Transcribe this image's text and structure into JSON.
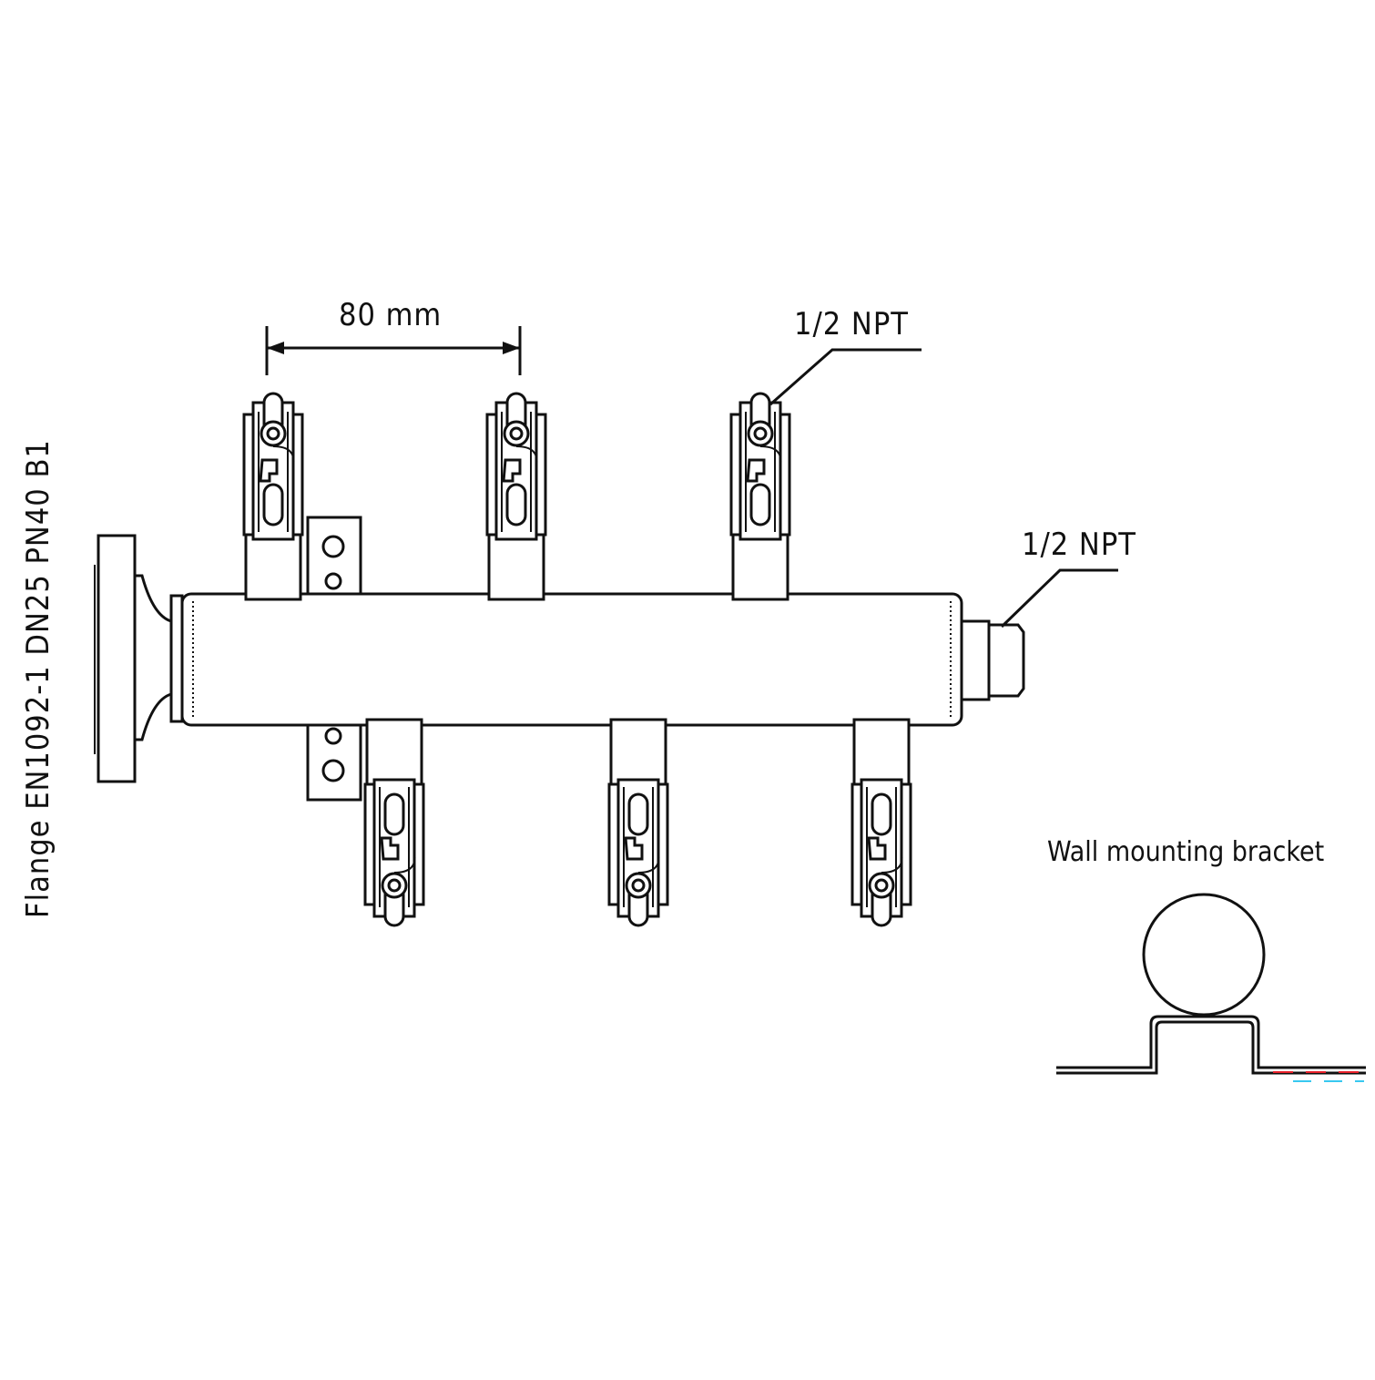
{
  "labels": {
    "outlet_spacing": "80 mm",
    "outlet_thread": "1/2 NPT",
    "end_thread": "1/2 NPT",
    "bracket_title": "Wall mounting bracket",
    "flange_spec": "Flange EN1092-1 DN25 PN40 B1"
  },
  "colors": {
    "line": "#111111",
    "background": "#ffffff",
    "accent_red": "#e8202a",
    "accent_cyan": "#38c8f0"
  }
}
